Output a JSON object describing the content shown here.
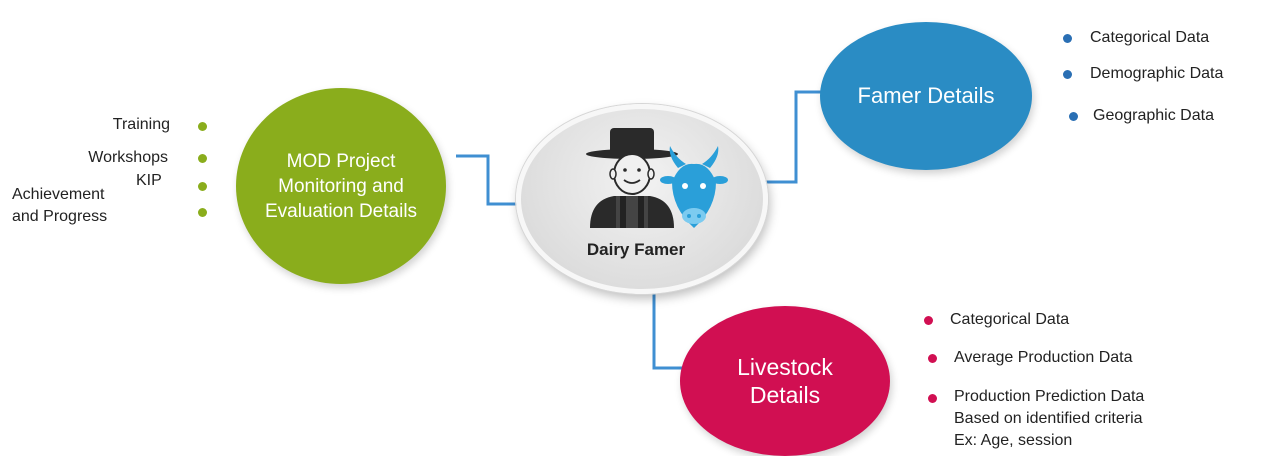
{
  "center": {
    "label": "Dairy Famer"
  },
  "mod": {
    "title_line1": "MOD Project",
    "title_line2": "Monitoring and",
    "title_line3": "Evaluation Details",
    "items": [
      "Training",
      "Workshops",
      "KIP",
      "Achievement",
      "and Progress"
    ]
  },
  "famer": {
    "title": "Famer Details",
    "items": [
      "Categorical Data",
      "Demographic Data",
      "Geographic Data"
    ]
  },
  "livestock": {
    "title_line1": "Livestock",
    "title_line2": "Details",
    "items": [
      "Categorical Data",
      "Average Production Data",
      "Production Prediction Data",
      "Based on identified criteria",
      "Ex: Age, session"
    ]
  },
  "colors": {
    "green": "#8aad1c",
    "blue": "#2a8cc4",
    "red": "#d10f52",
    "connector": "#3f8fd2"
  },
  "icons": {
    "center": "farmer-with-cow-icon"
  }
}
